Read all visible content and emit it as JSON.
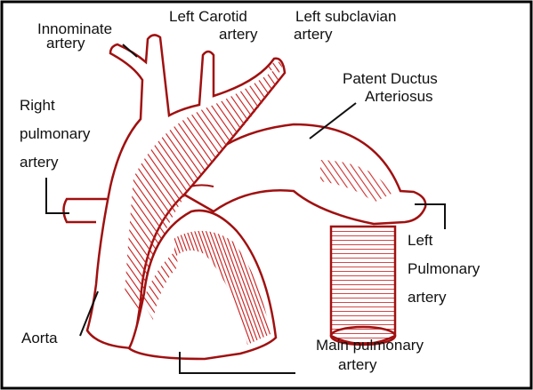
{
  "colors": {
    "vessel_outline": "#a01010",
    "hatching": "#c81818",
    "label_text": "#111111",
    "leader_line": "#111111",
    "frame_border": "#000000"
  },
  "labels": {
    "innominate_1": "Innominate",
    "innominate_2": "artery",
    "left_carotid_1": "Left Carotid",
    "left_carotid_2": "artery",
    "left_subclavian_1": "Left subclavian",
    "left_subclavian_2": "artery",
    "patent_ductus_1": "Patent Ductus",
    "patent_ductus_2": "Arteriosus",
    "right_pulmonary_1": "Right",
    "right_pulmonary_2": "pulmonary",
    "right_pulmonary_3": "artery",
    "left_pulmonary_1": "Left",
    "left_pulmonary_2": "Pulmonary",
    "left_pulmonary_3": "artery",
    "aorta": "Aorta",
    "main_pulmonary_1": "Main pulmonary",
    "main_pulmonary_2": "artery"
  }
}
